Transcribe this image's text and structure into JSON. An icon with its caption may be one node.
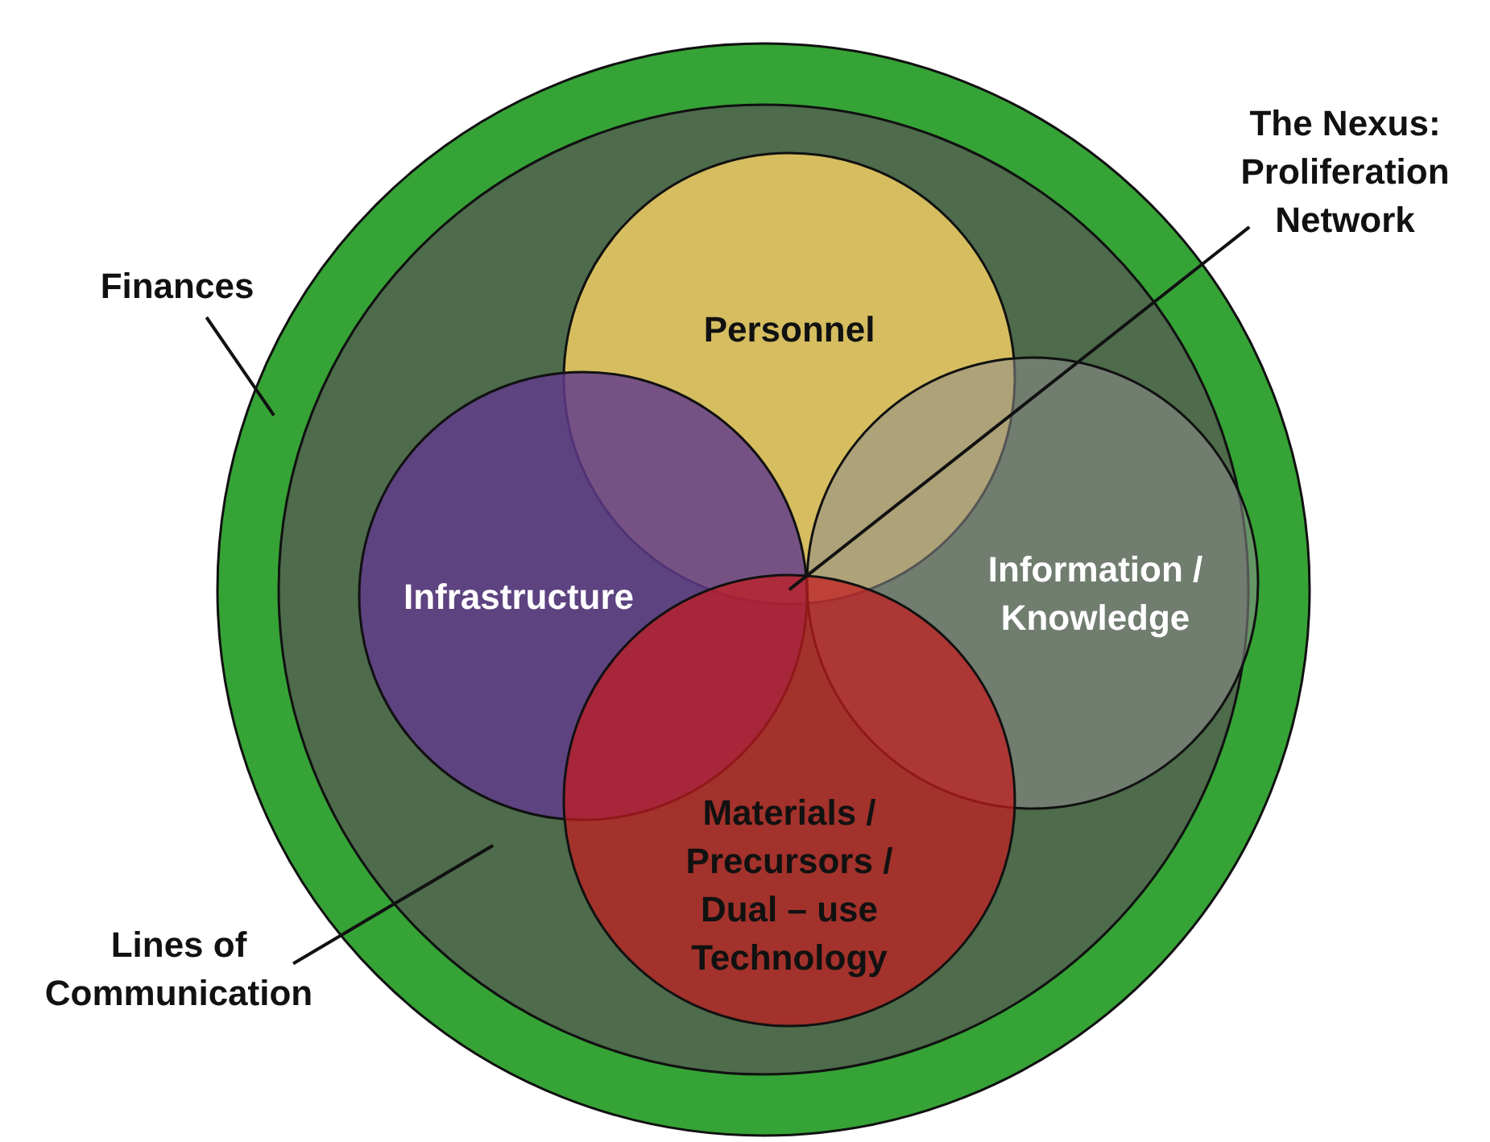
{
  "diagram": {
    "nodes": [
      {
        "text": [],
        "shape": "circle"
      },
      {
        "text": [],
        "shape": "circle",
        "in": 0
      },
      {
        "text": [
          "Personnel"
        ],
        "in": 1
      },
      {
        "text": [
          "Infrastructure"
        ],
        "in": 1
      },
      {
        "text": [
          "Information / Knowledge"
        ],
        "in": 1
      },
      {
        "text": [
          "Materials / Precursors / Dual – use Technology"
        ],
        "in": 1
      },
      {
        "text": [
          "Finances"
        ]
      },
      {
        "text": [
          "Lines of Communication"
        ]
      },
      {
        "text": [
          "The Nexus: Proliferation Network"
        ]
      }
    ],
    "edges": [
      {
        "from": 6,
        "to": 0,
        "arrow": "none"
      },
      {
        "from": 7,
        "to": 1,
        "arrow": "none"
      },
      {
        "from": 8,
        "to": 3,
        "arrow": "none"
      }
    ]
  }
}
